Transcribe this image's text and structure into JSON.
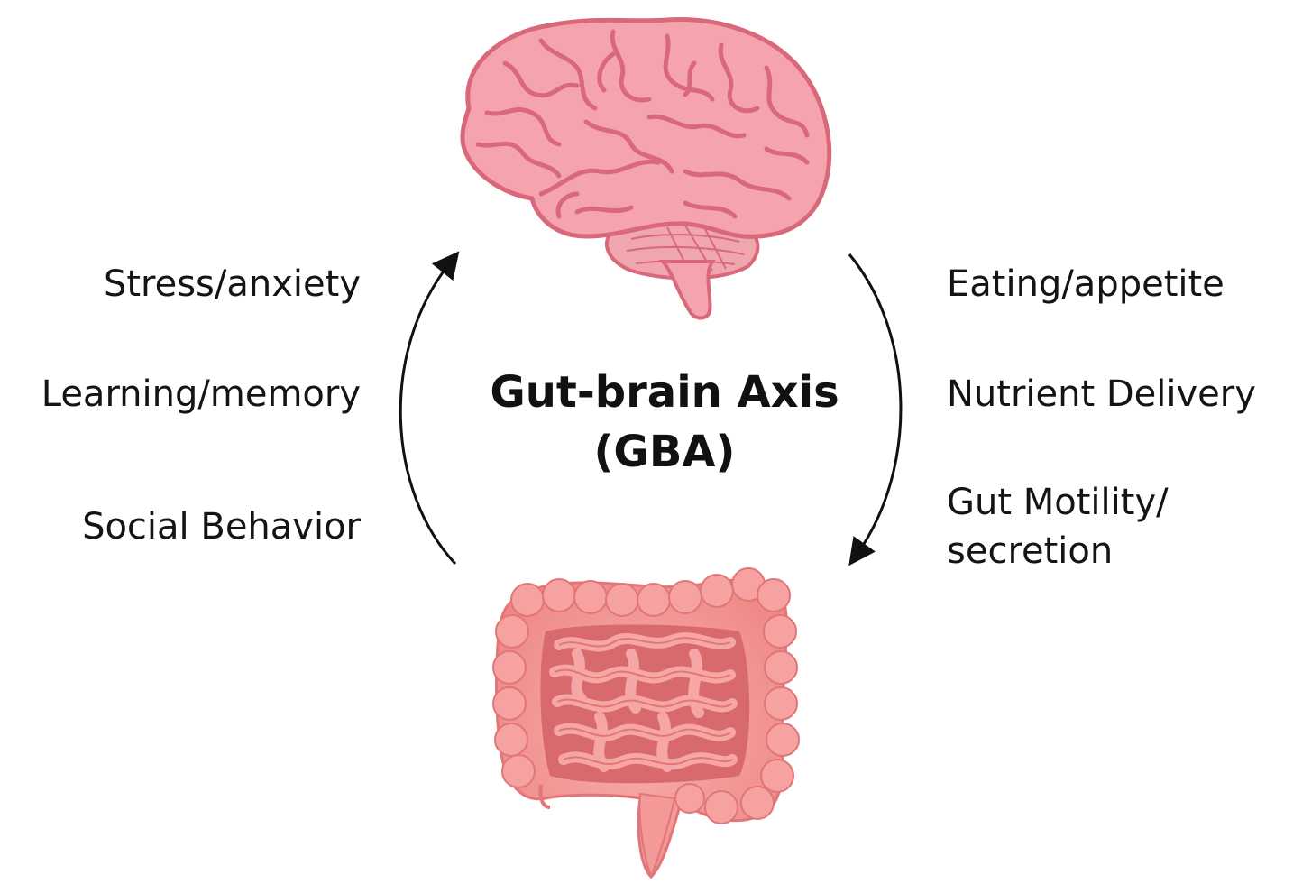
{
  "title": {
    "line1": "Gut-brain Axis",
    "line2": "(GBA)"
  },
  "brain_to_gut_effects": [
    "Stress/anxiety",
    "Learning/memory",
    "Social Behavior"
  ],
  "gut_to_brain_effects": {
    "item1": "Eating/appetite",
    "item2": "Nutrient Delivery",
    "item3_line1": "Gut Motility/",
    "item3_line2": "secretion"
  },
  "icons": {
    "brain": "brain-icon",
    "intestine": "intestine-icon",
    "arrow_up": "arrow-up-icon",
    "arrow_down": "arrow-down-icon"
  },
  "colors": {
    "brain_fill": "#f5a3ad",
    "brain_outline": "#d9687a",
    "intestine_fill": "#f39a98",
    "intestine_dark": "#d95f63",
    "arrow": "#111111",
    "text": "#141414"
  }
}
